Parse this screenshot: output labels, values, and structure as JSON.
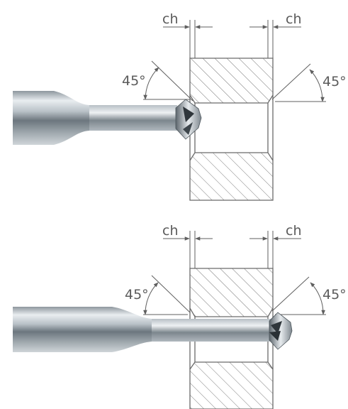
{
  "diagrams": [
    {
      "id": "top",
      "chamfer_left_label": "ch",
      "chamfer_right_label": "ch",
      "angle_left_label": "45°",
      "angle_right_label": "45°"
    },
    {
      "id": "bottom",
      "chamfer_left_label": "ch",
      "chamfer_right_label": "ch",
      "angle_left_label": "45°",
      "angle_right_label": "45°"
    }
  ],
  "colors": {
    "hatch": "#7a7a7a",
    "tool_dark": "#6e7880",
    "tool_light": "#dfe4e8",
    "dimension": "#5f5f5f"
  }
}
